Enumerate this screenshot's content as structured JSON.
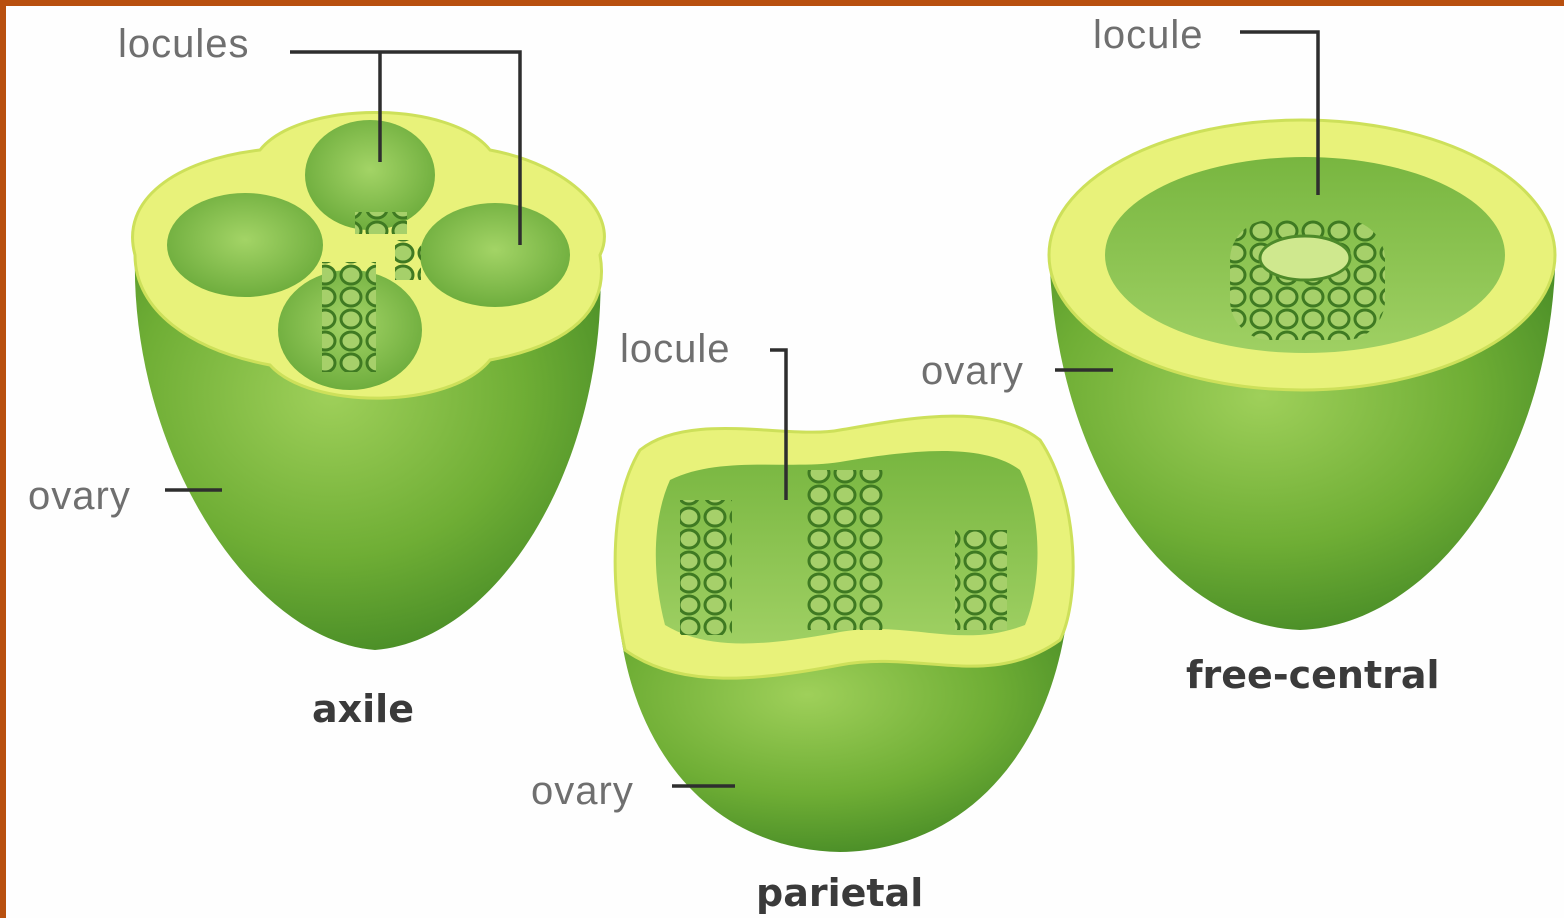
{
  "diagram": {
    "axile": {
      "title": "axile",
      "locules_label": "locules",
      "ovary_label": "ovary"
    },
    "parietal": {
      "title": "parietal",
      "locule_label": "locule",
      "ovary_label": "ovary"
    },
    "free_central": {
      "title": "free-central",
      "locule_label": "locule",
      "ovary_label": "ovary"
    }
  },
  "colors": {
    "frame_border": "#b8500f",
    "background": "#fefefe",
    "ovary_wall": "#7db43c",
    "ovary_rim": "#e7f27c",
    "locule": "#8bc453",
    "ovule": "#4e8a2a",
    "leader_line": "#2e2e2e",
    "label_text": "#6f6f6f",
    "title_text": "#3a3a3a"
  }
}
